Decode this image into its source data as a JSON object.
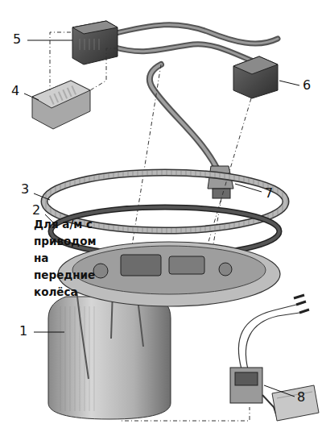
{
  "diagram": {
    "labels": [
      "5",
      "4",
      "6",
      "7",
      "3",
      "2",
      "Для а/м с приводом на передние колёса",
      "1",
      "8"
    ]
  }
}
